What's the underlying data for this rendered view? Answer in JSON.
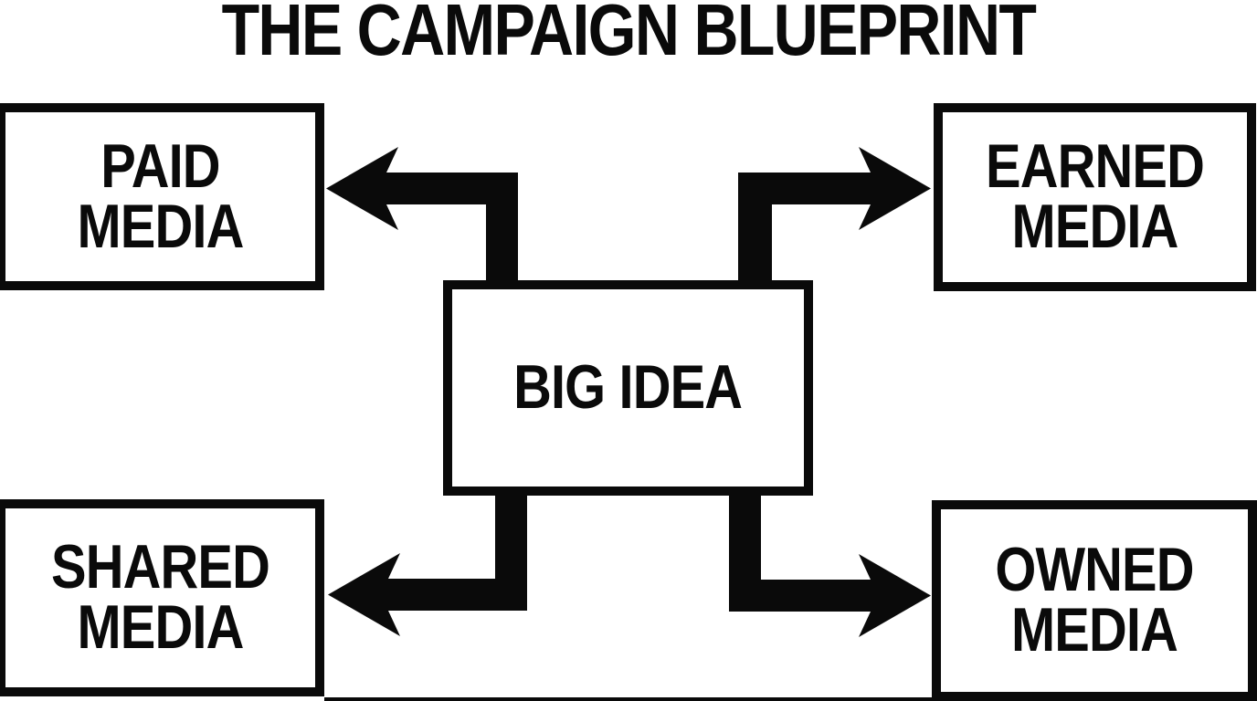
{
  "diagram": {
    "title": "THE CAMPAIGN BLUEPRINT",
    "center": {
      "id": "big-idea",
      "label": "BIG IDEA"
    },
    "nodes": [
      {
        "id": "paid-media",
        "label": "PAID MEDIA",
        "position": "top-left"
      },
      {
        "id": "earned-media",
        "label": "EARNED MEDIA",
        "position": "top-right"
      },
      {
        "id": "shared-media",
        "label": "SHARED MEDIA",
        "position": "bottom-left"
      },
      {
        "id": "owned-media",
        "label": "OWNED MEDIA",
        "position": "bottom-right"
      }
    ],
    "connections": [
      {
        "from": "big-idea",
        "to": "paid-media"
      },
      {
        "from": "big-idea",
        "to": "earned-media"
      },
      {
        "from": "big-idea",
        "to": "shared-media"
      },
      {
        "from": "big-idea",
        "to": "owned-media"
      }
    ],
    "colors": {
      "ink": "#0a0a0a",
      "background": "#ffffff"
    }
  }
}
